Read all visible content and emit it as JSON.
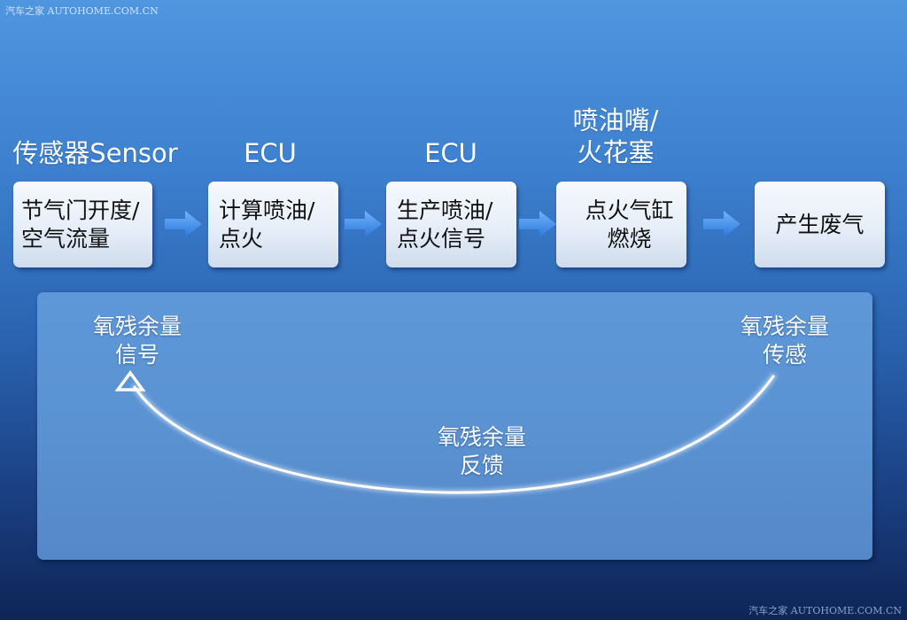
{
  "watermark": {
    "top": "汽车之家 AUTOHOME.COM.CN",
    "bottom": "汽车之家 AUTOHOME.COM.CN"
  },
  "stages": [
    {
      "heading": [
        "传感器Sensor"
      ],
      "box": [
        "节气门开度/",
        "空气流量"
      ]
    },
    {
      "heading": [
        "ECU"
      ],
      "box": [
        "计算喷油/",
        "点火"
      ]
    },
    {
      "heading": [
        "ECU"
      ],
      "box": [
        "生产喷油/",
        "点火信号"
      ]
    },
    {
      "heading": [
        "喷油嘴/",
        "火花塞"
      ],
      "box": [
        "点火气缸",
        "燃烧"
      ]
    },
    {
      "heading": [],
      "box": [
        "产生废气"
      ]
    }
  ],
  "feedback": {
    "left_label": [
      "氧残余量",
      "信号"
    ],
    "right_label": [
      "氧残余量",
      "传感"
    ],
    "center_label": [
      "氧残余量",
      "反馈"
    ]
  },
  "colors": {
    "arrow": "#3a8be8",
    "curve": "#ffffff"
  },
  "icons": [
    "right-arrow-icon",
    "triangle-marker-icon"
  ]
}
